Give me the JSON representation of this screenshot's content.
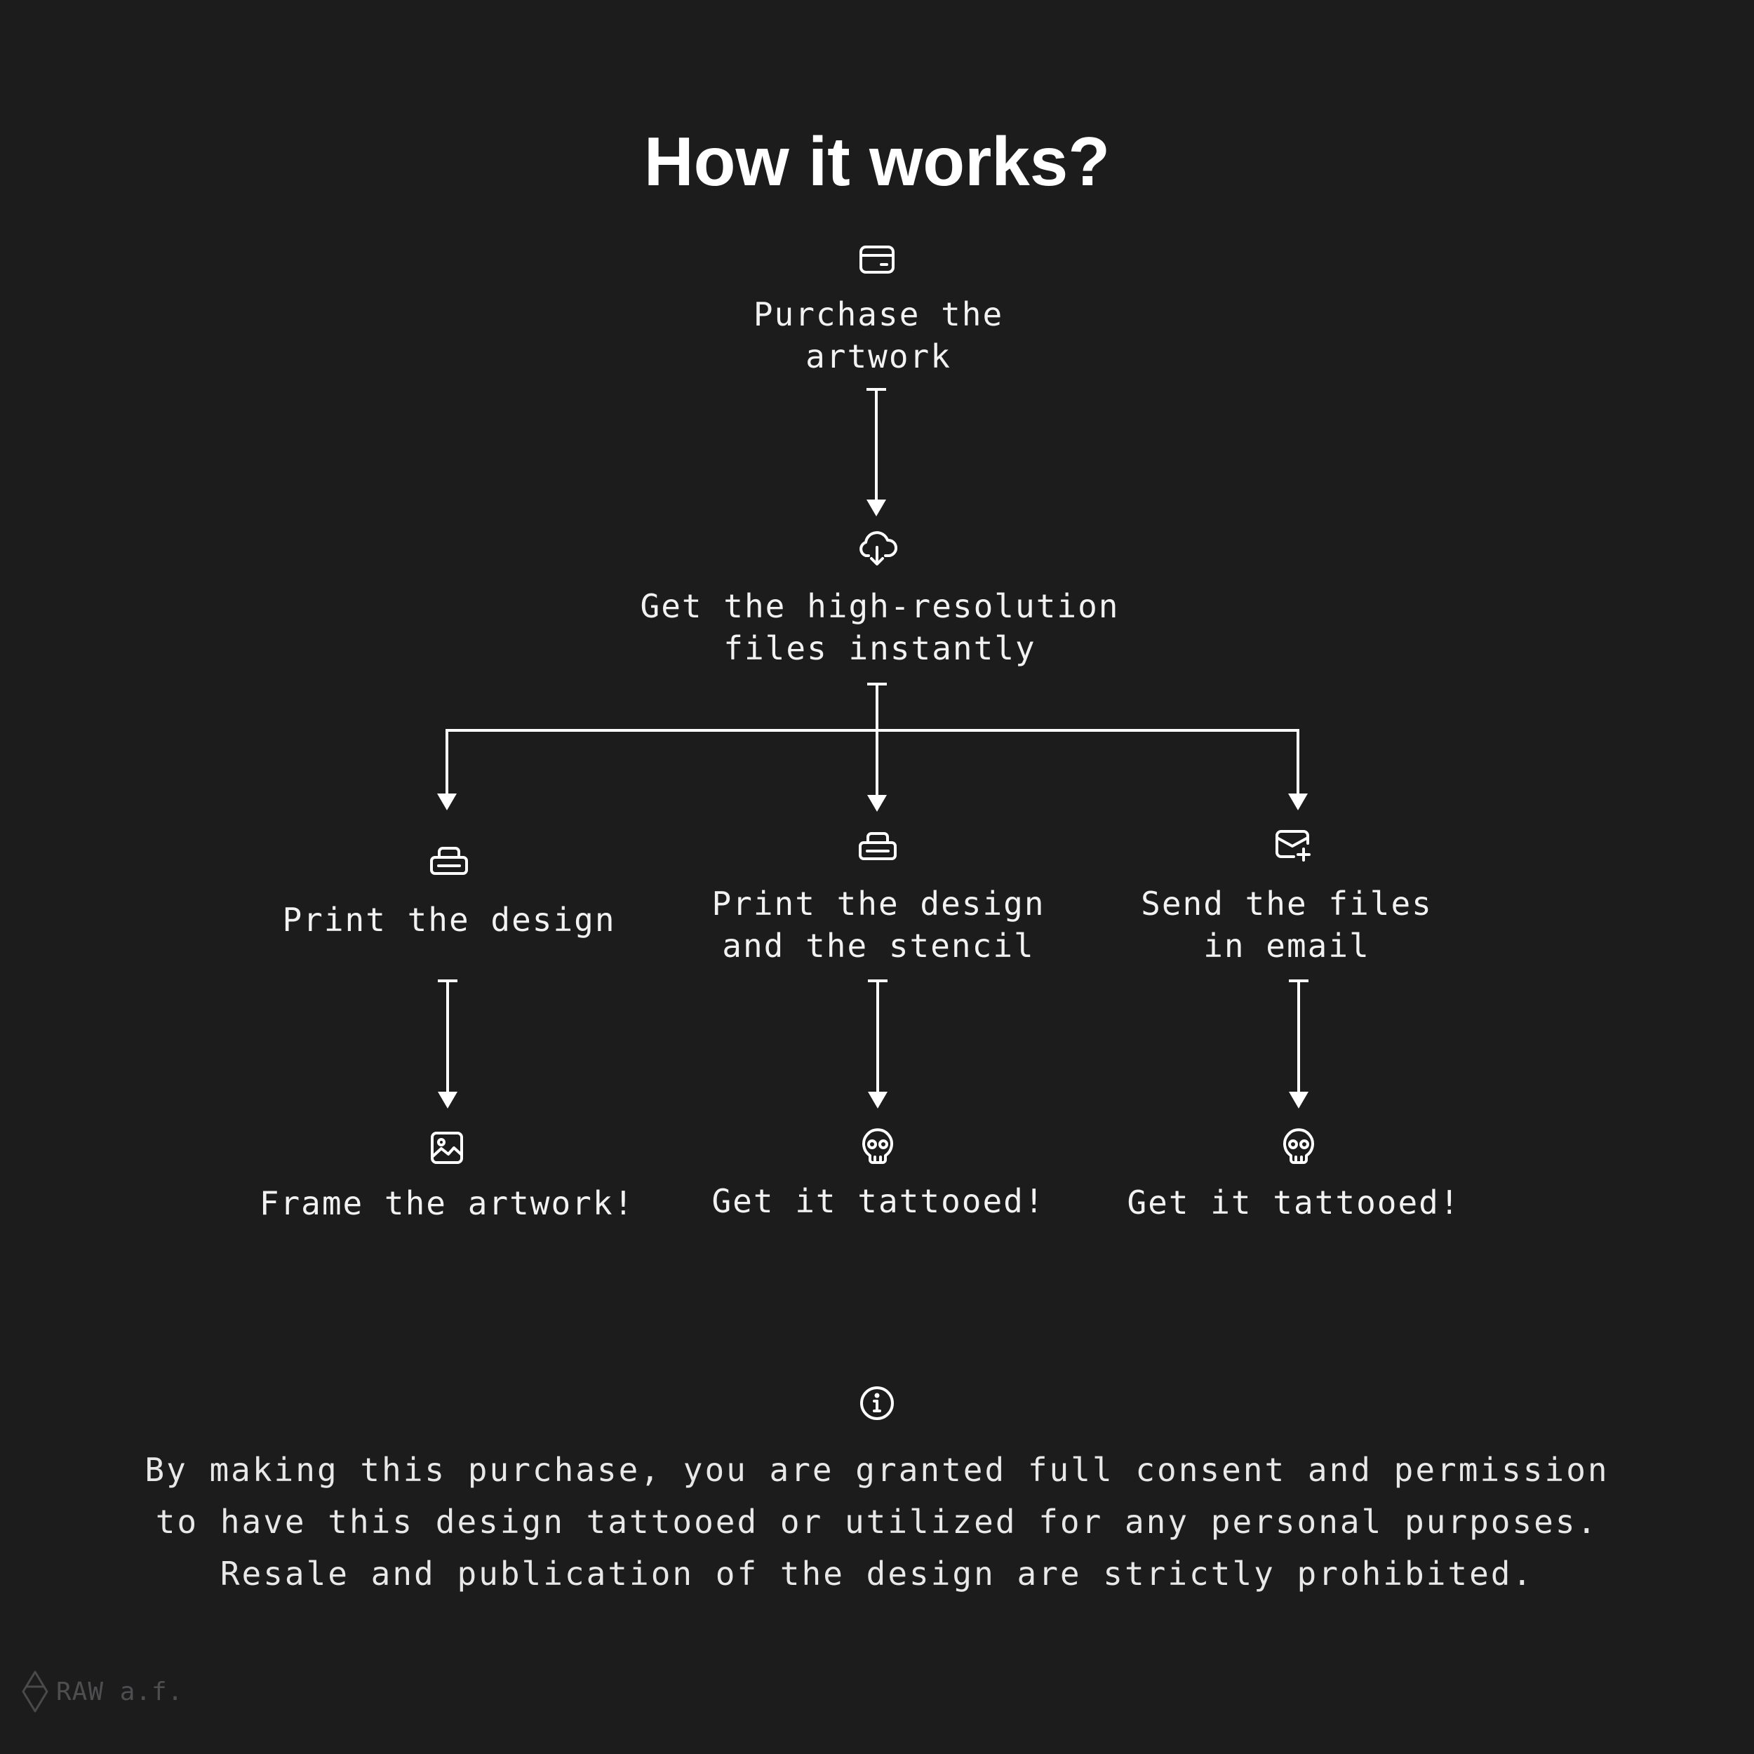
{
  "title": "How it works?",
  "steps": {
    "purchase": {
      "lines": [
        "Purchase the",
        "artwork"
      ],
      "icon": "credit-card-icon"
    },
    "download": {
      "lines": [
        "Get the high-resolution",
        "files instantly"
      ],
      "icon": "cloud-download-icon"
    },
    "print_design": {
      "lines": [
        "Print the design"
      ],
      "icon": "printer-icon"
    },
    "print_stencil": {
      "lines": [
        "Print the design",
        "and the stencil"
      ],
      "icon": "printer-icon"
    },
    "send_email": {
      "lines": [
        "Send the files",
        "in email"
      ],
      "icon": "mail-plus-icon"
    },
    "frame": {
      "lines": [
        "Frame the artwork!"
      ],
      "icon": "image-icon"
    },
    "tattoo_left": {
      "lines": [
        "Get it tattooed!"
      ],
      "icon": "skull-icon"
    },
    "tattoo_right": {
      "lines": [
        "Get it tattooed!"
      ],
      "icon": "skull-icon"
    }
  },
  "notice": {
    "icon": "info-icon",
    "lines": [
      "By making this purchase, you are granted full consent and permission",
      "to have this design tattooed or utilized for any personal purposes.",
      "Resale and publication of the design are strictly prohibited."
    ]
  },
  "brand": {
    "text": "RAW a.f.",
    "icon": "diamond-logo-icon"
  },
  "colors": {
    "background": "#1c1c1d",
    "foreground": "#ffffff",
    "muted": "#4e4e50"
  }
}
